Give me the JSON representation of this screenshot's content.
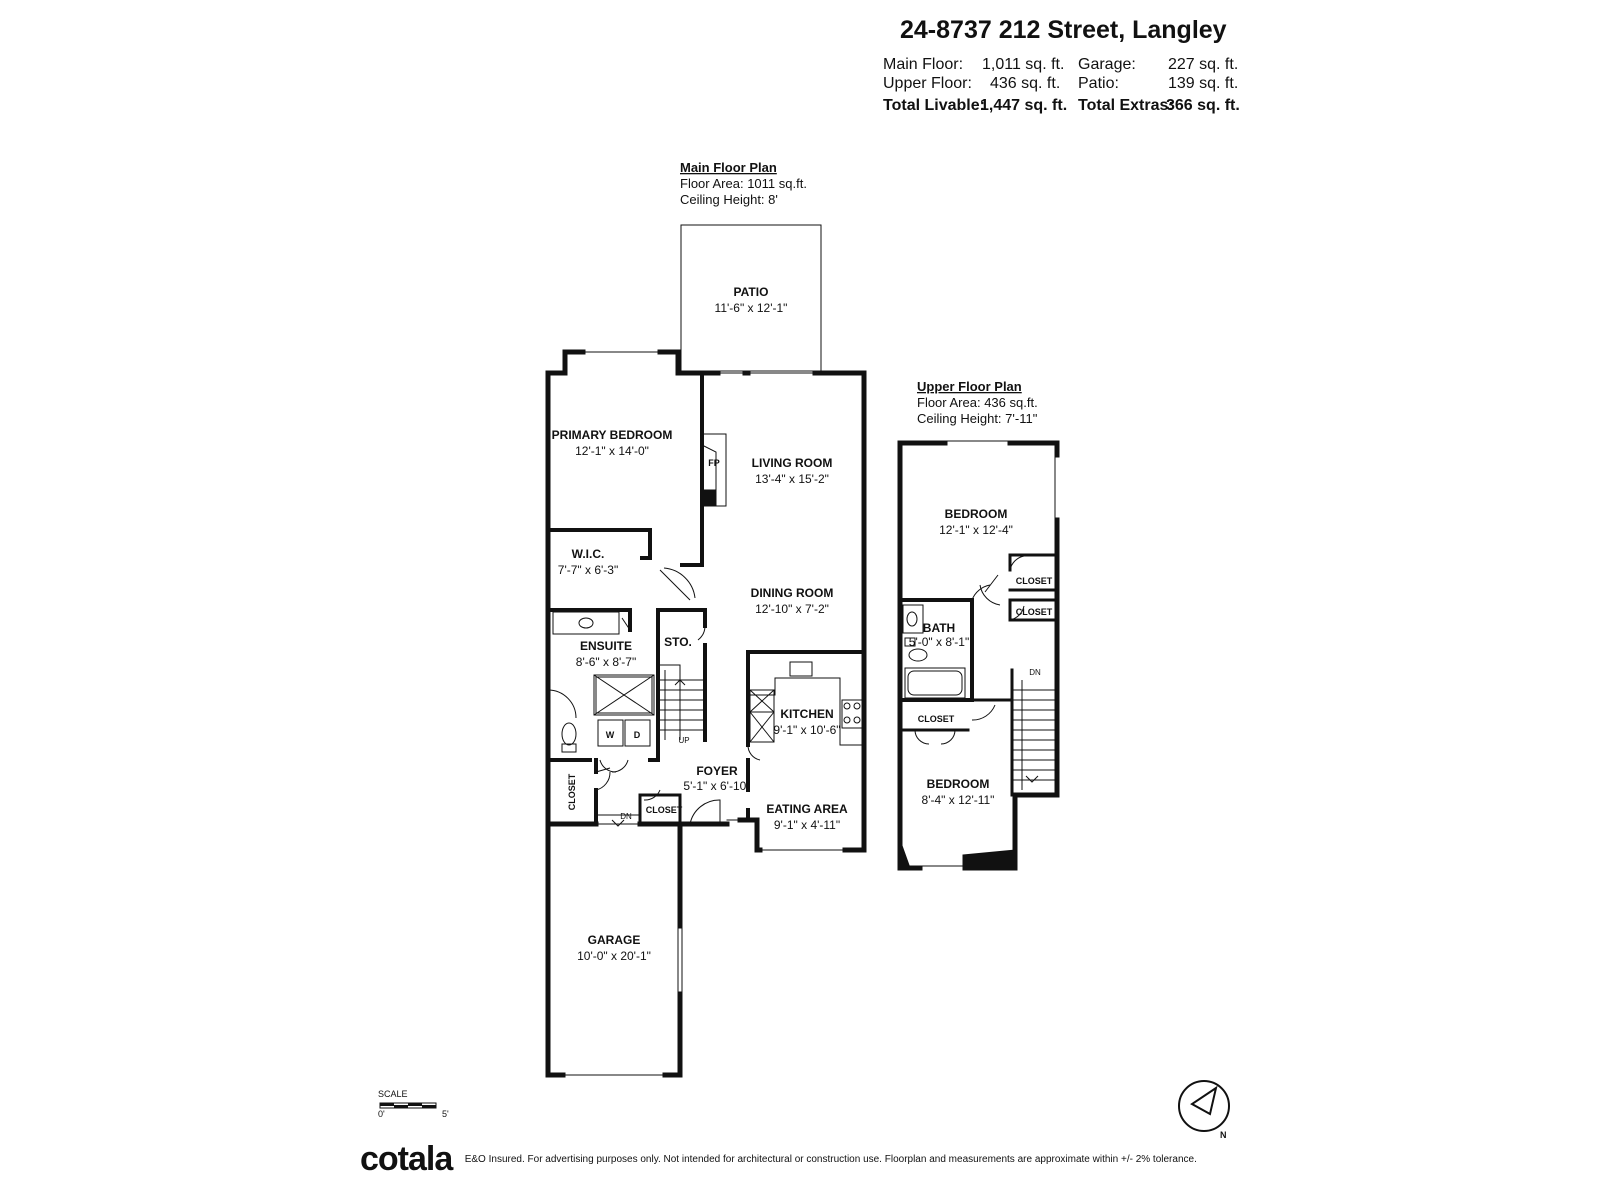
{
  "header": {
    "title": "24-8737 212 Street, Langley",
    "main_floor_label": "Main Floor:",
    "main_floor_value": "1,011 sq. ft.",
    "upper_floor_label": "Upper Floor:",
    "upper_floor_value": "436 sq. ft.",
    "garage_label": "Garage:",
    "garage_value": "227 sq. ft.",
    "patio_label": "Patio:",
    "patio_value": "139 sq. ft.",
    "total_livable_label": "Total Livable:",
    "total_livable_value": "1,447 sq. ft.",
    "total_extras_label": "Total Extras:",
    "total_extras_value": "366 sq. ft."
  },
  "main_plan": {
    "heading": "Main Floor Plan",
    "floor_area": "Floor Area: 1011 sq.ft.",
    "ceiling_height": "Ceiling Height: 8'"
  },
  "upper_plan": {
    "heading": "Upper Floor Plan",
    "floor_area": "Floor Area: 436 sq.ft.",
    "ceiling_height": "Ceiling Height: 7'-11\""
  },
  "rooms": {
    "patio": {
      "name": "PATIO",
      "dim": "11'-6\" x 12'-1\""
    },
    "primary_bedroom": {
      "name": "PRIMARY BEDROOM",
      "dim": "12'-1\" x 14'-0\""
    },
    "living_room": {
      "name": "LIVING ROOM",
      "dim": "13'-4\" x 15'-2\""
    },
    "wic": {
      "name": "W.I.C.",
      "dim": "7'-7\" x 6'-3\""
    },
    "dining_room": {
      "name": "DINING ROOM",
      "dim": "12'-10\" x 7'-2\""
    },
    "ensuite": {
      "name": "ENSUITE",
      "dim": "8'-6\" x 8'-7\""
    },
    "sto": {
      "name": "STO."
    },
    "kitchen": {
      "name": "KITCHEN",
      "dim": "9'-1\" x 10'-6\""
    },
    "foyer": {
      "name": "FOYER",
      "dim": "5'-1\" x 6'-10\""
    },
    "eating_area": {
      "name": "EATING AREA",
      "dim": "9'-1\" x 4'-11\""
    },
    "garage": {
      "name": "GARAGE",
      "dim": "10'-0\" x 20'-1\""
    },
    "upper_bedroom1": {
      "name": "BEDROOM",
      "dim": "12'-1\" x 12'-4\""
    },
    "bath": {
      "name": "BATH",
      "dim": "5'-0\" x 8'-1\""
    },
    "upper_bedroom2": {
      "name": "BEDROOM",
      "dim": "8'-4\" x 12'-11\""
    }
  },
  "labels": {
    "fp": "FP",
    "closet": "CLOSET",
    "washer": "W",
    "dryer": "D",
    "up": "UP",
    "dn": "DN"
  },
  "scale": {
    "label": "SCALE",
    "min": "0'",
    "max": "5'"
  },
  "compass": {
    "north": "N"
  },
  "footer": {
    "logo": "cotala",
    "disclaimer": "E&O Insured. For advertising purposes only. Not intended for architectural or construction use. Floorplan and measurements are approximate within +/- 2% tolerance."
  },
  "colors": {
    "wall": "#111111",
    "background": "#ffffff"
  }
}
